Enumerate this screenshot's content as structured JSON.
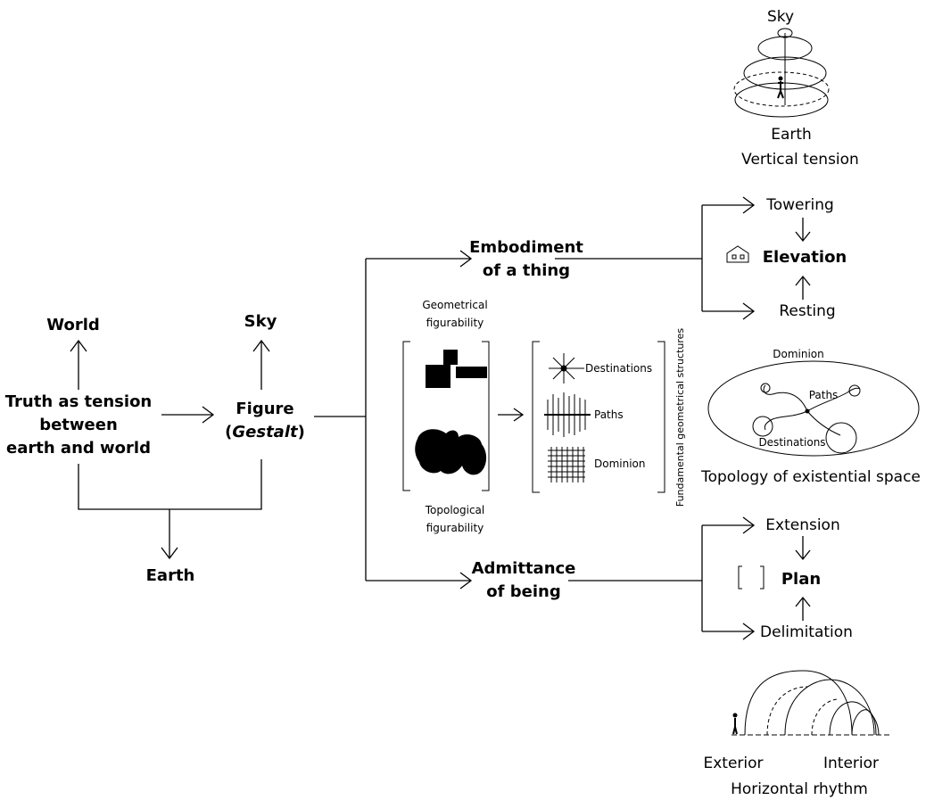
{
  "left": {
    "world": "World",
    "truth_lines": [
      "Truth as tension",
      "between",
      "earth and world"
    ],
    "earth": "Earth",
    "sky": "Sky",
    "figure": "Figure",
    "gestalt_open": "(",
    "gestalt": "Gestalt",
    "gestalt_close": ")"
  },
  "middle": {
    "embodiment_lines": [
      "Embodiment",
      "of a thing"
    ],
    "admittance_lines": [
      "Admittance",
      "of being"
    ],
    "geometrical_lines": [
      "Geometrical",
      "figurability"
    ],
    "topological_lines": [
      "Topological",
      "figurability"
    ],
    "destinations": "Destinations",
    "paths": "Paths",
    "dominion": "Dominion",
    "vertical_label": "Fundamental geometrical structures"
  },
  "right": {
    "sky": "Sky",
    "earth": "Earth",
    "vertical_tension": "Vertical tension",
    "towering": "Towering",
    "elevation": "Elevation",
    "resting": "Resting",
    "topo_dominion": "Dominion",
    "topo_paths": "Paths",
    "topo_destinations": "Destinations",
    "topology_caption": "Topology of existential space",
    "extension": "Extension",
    "plan": "Plan",
    "delimitation": "Delimitation",
    "exterior": "Exterior",
    "interior": "Interior",
    "horizontal_rhythm": "Horizontal rhythm"
  }
}
